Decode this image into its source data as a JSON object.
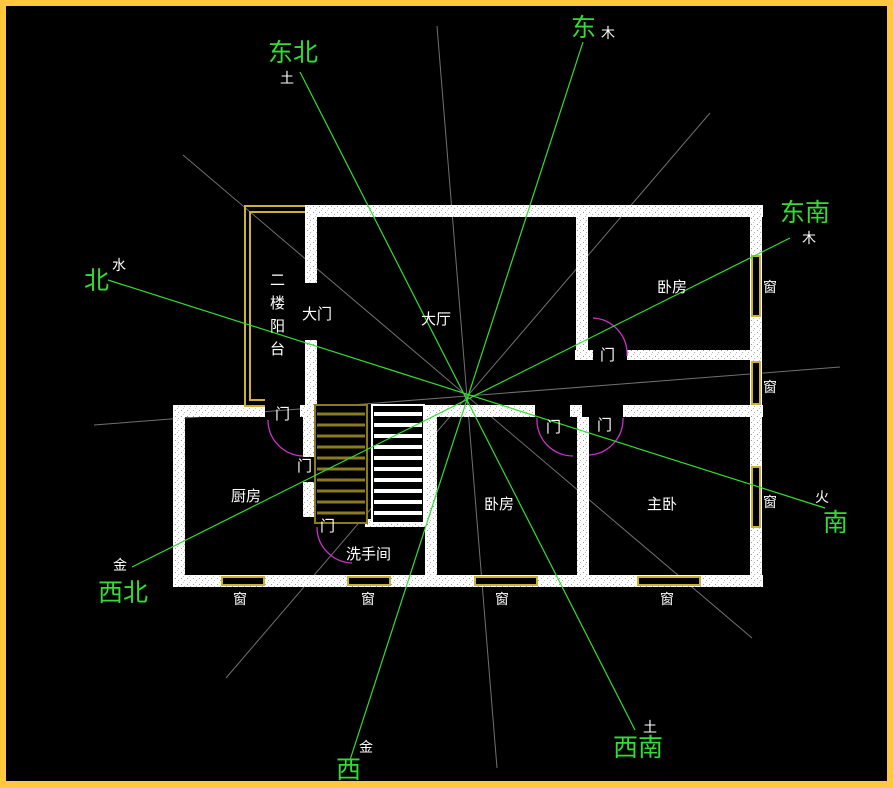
{
  "colors": {
    "frame": "#ffc83d",
    "background": "#000000",
    "wall": "#ffffff",
    "direction_text": "#33dd33",
    "direction_line": "#33dd33",
    "door_arc": "#c832c8",
    "balcony_outline": "#c8b432",
    "stair_dark_tread": "#8a7a20"
  },
  "rooms": {
    "hall": "大厅",
    "main_door": "大门",
    "balcony": [
      "二",
      "楼",
      "阳",
      "台"
    ],
    "bedroom_ne": "卧房",
    "kitchen": "厨房",
    "bedroom_s": "卧房",
    "master_bedroom": "主卧",
    "washroom": "洗手间"
  },
  "doors": {
    "door_1": "门",
    "door_2": "门",
    "door_3": "门",
    "door_4": "门",
    "door_5": "门",
    "door_6": "门"
  },
  "windows": {
    "window_e1": "窗",
    "window_e2": "窗",
    "window_e3": "窗",
    "window_s1": "窗",
    "window_s2": "窗",
    "window_s3": "窗",
    "window_s4": "窗"
  },
  "directions": {
    "northeast": {
      "name": "东北",
      "element": "土"
    },
    "east": {
      "name": "东",
      "element": "木"
    },
    "southeast": {
      "name": "东南",
      "element": "木"
    },
    "north": {
      "name": "北",
      "element": "水"
    },
    "south": {
      "name": "南",
      "element": "火"
    },
    "northwest": {
      "name": "西北",
      "element": "金"
    },
    "west": {
      "name": "西",
      "element": "金"
    },
    "southwest": {
      "name": "西南",
      "element": "土"
    }
  }
}
